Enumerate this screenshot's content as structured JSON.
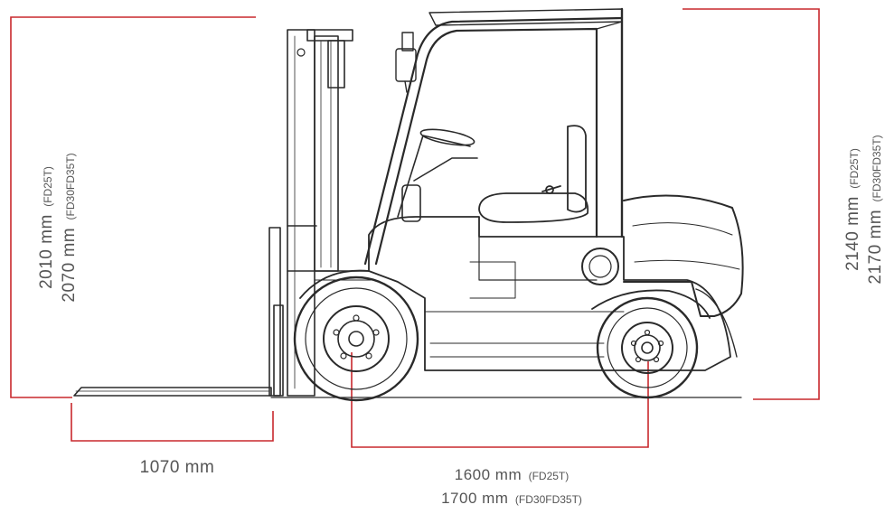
{
  "colors": {
    "dimension_line": "#c8282d",
    "drawing": "#2a2a2a",
    "text": "#555555"
  },
  "dimensions": {
    "left_height": {
      "line1": {
        "value": "2010 mm",
        "model": "(FD25T)"
      },
      "line2": {
        "value": "2070 mm",
        "model": "(FD30FD35T)"
      }
    },
    "right_height": {
      "line1": {
        "value": "2140 mm",
        "model": "(FD25T)"
      },
      "line2": {
        "value": "2170 mm",
        "model": "(FD30FD35T)"
      }
    },
    "fork_length": {
      "value": "1070 mm"
    },
    "wheelbase": {
      "line1": {
        "value": "1600 mm",
        "model": "(FD25T)"
      },
      "line2": {
        "value": "1700 mm",
        "model": "(FD30FD35T)"
      }
    }
  }
}
